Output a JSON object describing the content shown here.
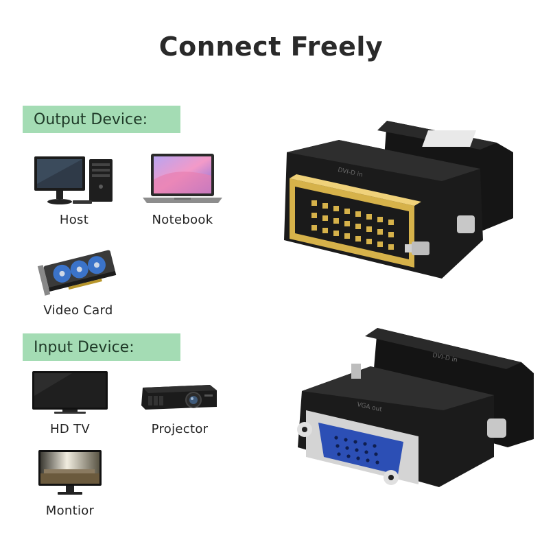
{
  "title": "Connect Freely",
  "output": {
    "heading": "Output Device:",
    "devices": [
      {
        "label": "Host",
        "icon": "desktop-computer-icon"
      },
      {
        "label": "Notebook",
        "icon": "laptop-icon"
      },
      {
        "label": "Video Card",
        "icon": "graphics-card-icon"
      }
    ]
  },
  "input": {
    "heading": "Input Device:",
    "devices": [
      {
        "label": "HD TV",
        "icon": "tv-icon"
      },
      {
        "label": "Projector",
        "icon": "projector-icon"
      },
      {
        "label": "Montior",
        "icon": "monitor-icon"
      }
    ]
  },
  "adapter": {
    "dvi_marking": "DVI-D in",
    "vga_marking": "VGA out"
  },
  "colors": {
    "tag_bg": "#a4dcb4",
    "adapter_body": "#1c1c1c",
    "gold": "#d6b24a",
    "vga_blue": "#2c4fb5"
  }
}
